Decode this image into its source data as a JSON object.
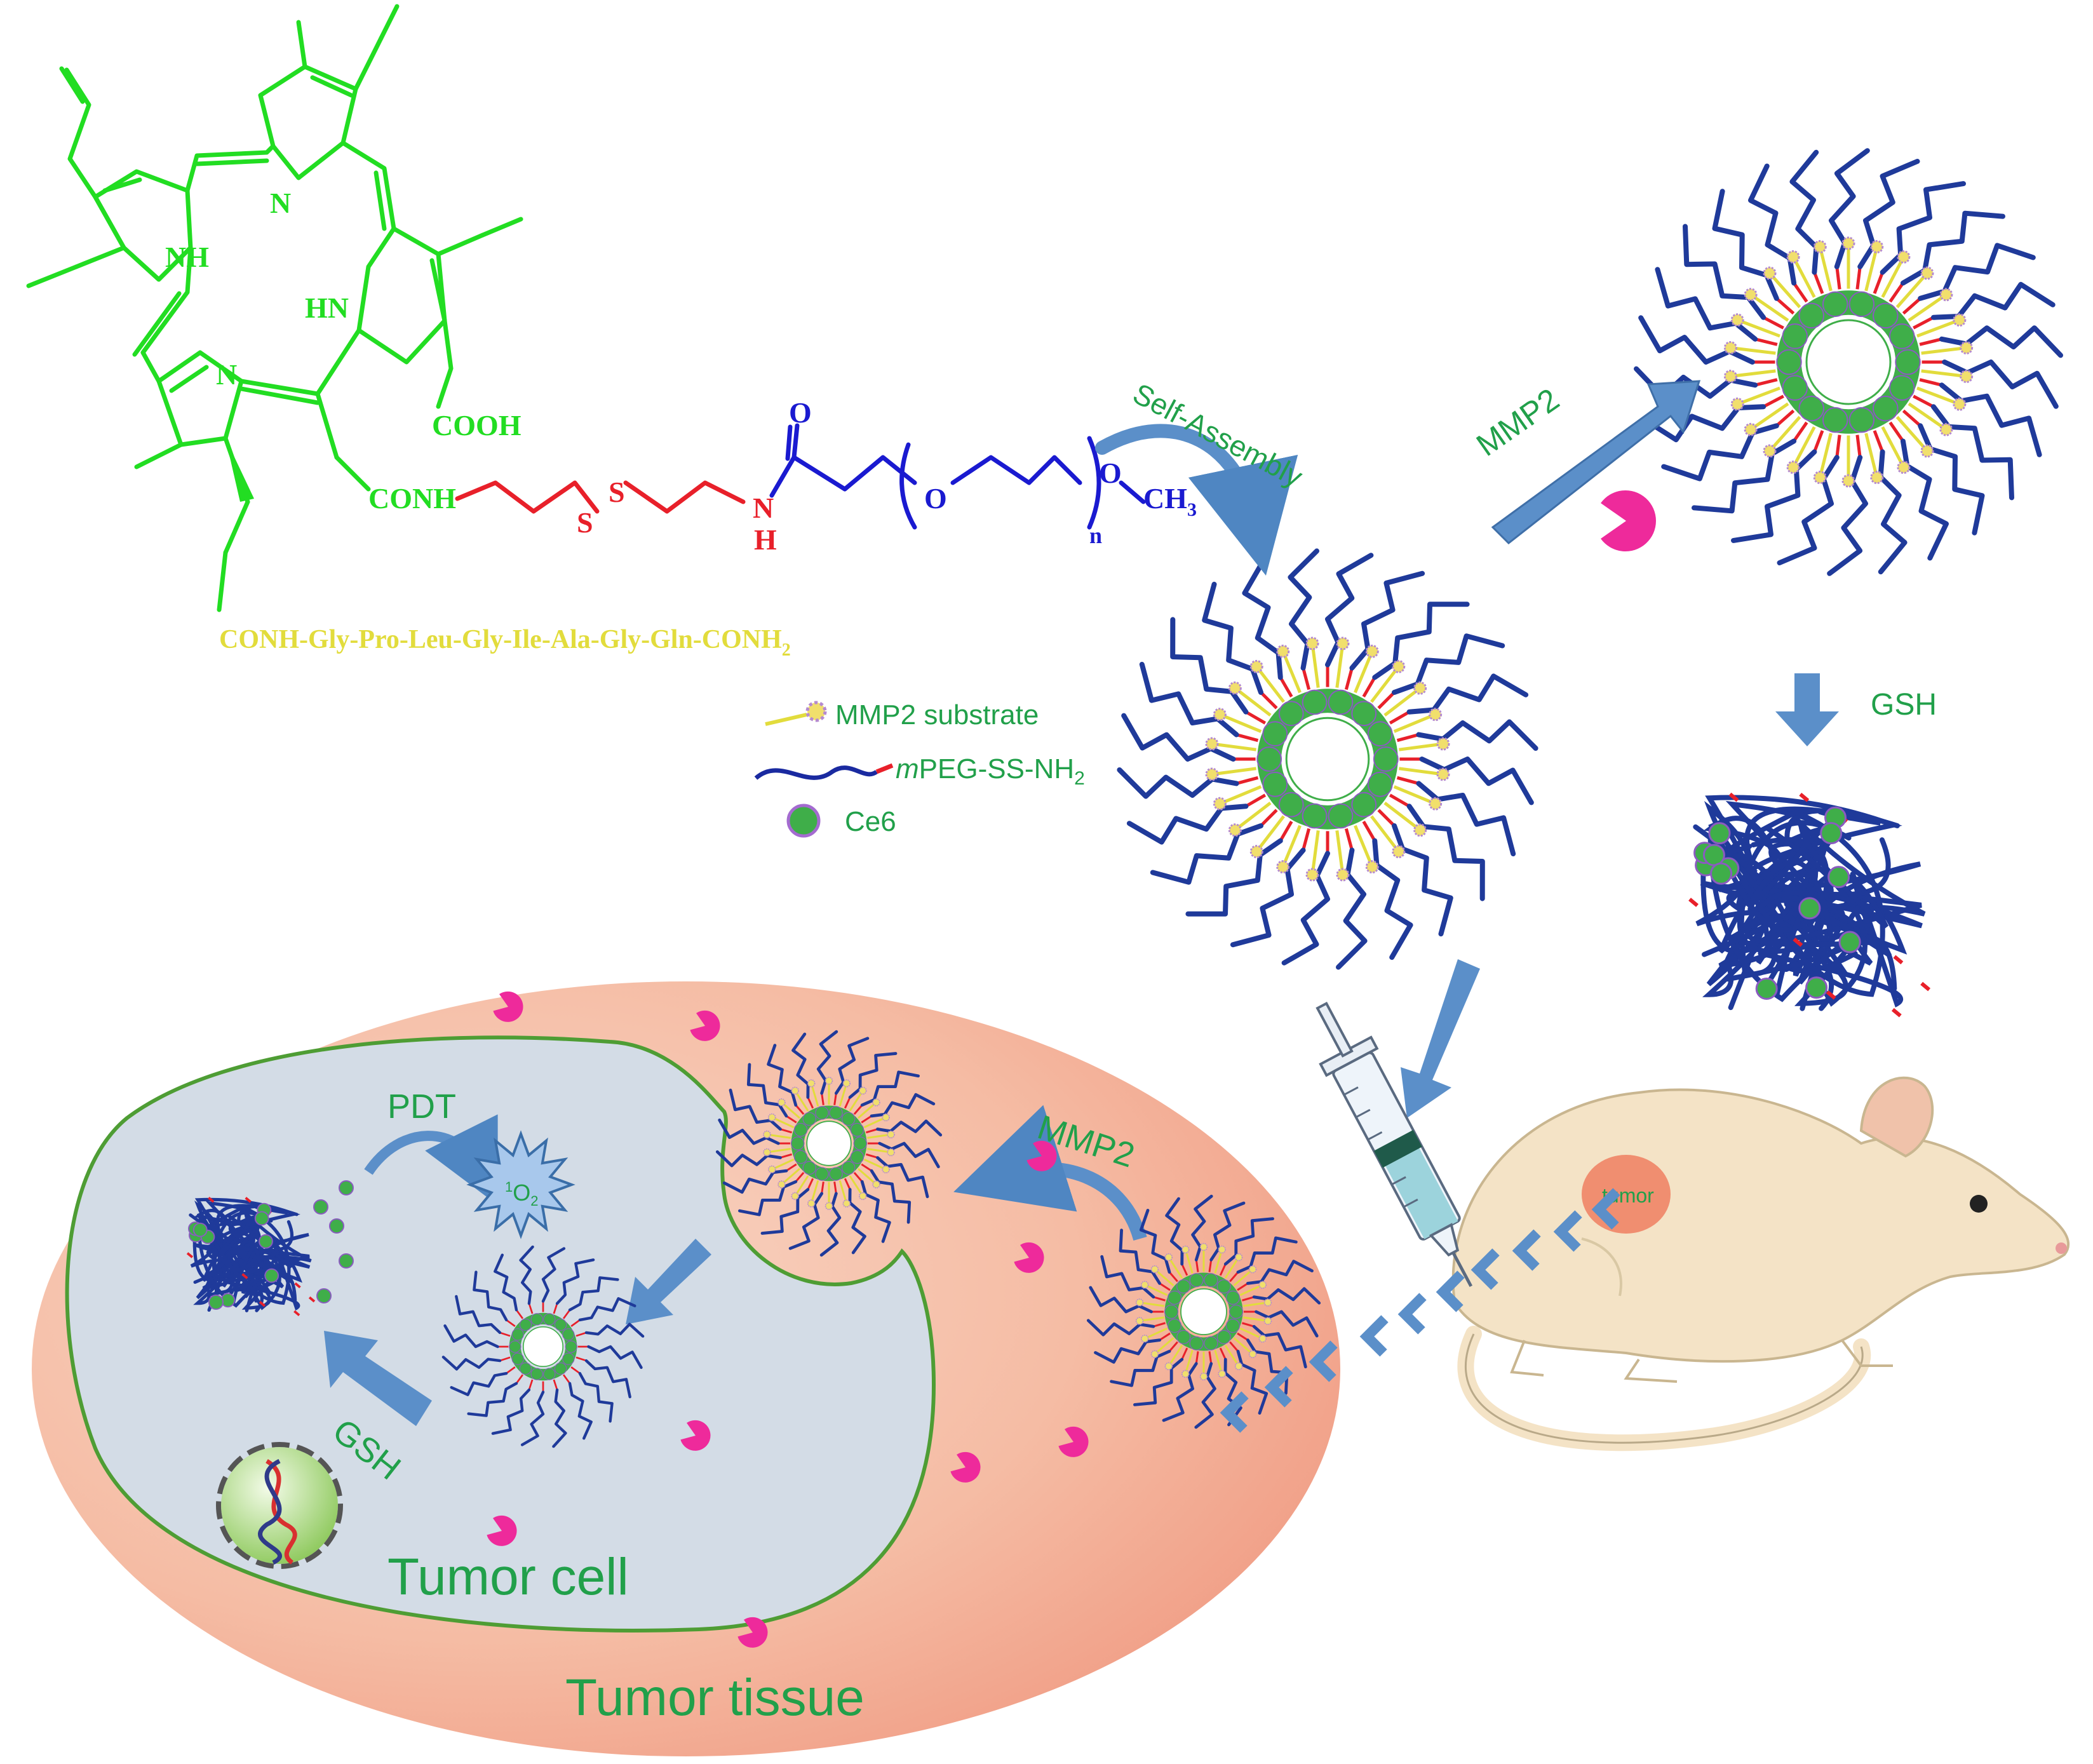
{
  "structure": {
    "atom_NH_left": "NH",
    "atom_N_top": "N",
    "atom_HN_right": "HN",
    "atom_N_bottom": "N",
    "cooh": "COOH",
    "conh": "CONH",
    "s1": "S",
    "s2": "S",
    "amide_o": "O",
    "amide_n": "N",
    "amide_h": "H",
    "peg_o": "O",
    "repeat_n": "n",
    "methoxy_o": "O",
    "methyl": "CH",
    "methyl_sub": "3",
    "peptide": "CONH-Gly-Pro-Leu-Gly-Ile-Ala-Gly-Gln-CONH",
    "peptide_sub": "2"
  },
  "legend": {
    "substrate": "MMP2   substrate",
    "peg_italic": "m",
    "peg_rest": "PEG-SS-NH",
    "peg_sub": "2",
    "ce6": "Ce6"
  },
  "labels": {
    "self_assembly": "Self-Assembly",
    "mmp2_top": "MMP2",
    "gsh_right": "GSH",
    "pdt": "PDT",
    "singlet_sup": "1",
    "singlet_o": "O",
    "singlet_sub": "2",
    "mmp2_cell": "MMP2",
    "gsh_cell": "GSH",
    "tumor_cell": "Tumor cell",
    "tumor_tissue": "Tumor tissue",
    "tumor_mouse": "tumor"
  },
  "colors": {
    "ce6_green": "#22dd22",
    "linker_red": "#e8202a",
    "peg_blue": "#1a1ad0",
    "peptide_yellow": "#e2dc3c",
    "label_green": "#21a04a",
    "arrow_blue": "#5b8fc9",
    "enzyme_magenta": "#ee2a9b",
    "tissue_salmon": "#f6b9a0",
    "cell_grey": "#d3dce6",
    "mouse_beige": "#f4e3c6"
  }
}
